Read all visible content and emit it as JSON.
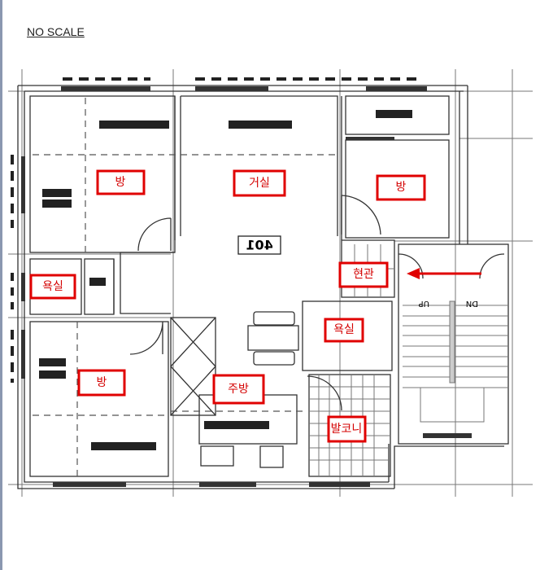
{
  "header": {
    "scale_note": "NO SCALE"
  },
  "unit_number": "401",
  "stair_labels": {
    "up": "UP",
    "down": "DN"
  },
  "rooms": [
    {
      "id": "room-nw",
      "label": "방"
    },
    {
      "id": "living-room",
      "label": "거실"
    },
    {
      "id": "room-ne",
      "label": "방"
    },
    {
      "id": "entrance",
      "label": "현관"
    },
    {
      "id": "bathroom-west",
      "label": "욕실"
    },
    {
      "id": "bathroom-east",
      "label": "욕실"
    },
    {
      "id": "room-sw",
      "label": "방"
    },
    {
      "id": "kitchen",
      "label": "주방"
    },
    {
      "id": "balcony",
      "label": "발코니"
    }
  ],
  "colors": {
    "label_red": "#e00000",
    "line": "#333333"
  }
}
